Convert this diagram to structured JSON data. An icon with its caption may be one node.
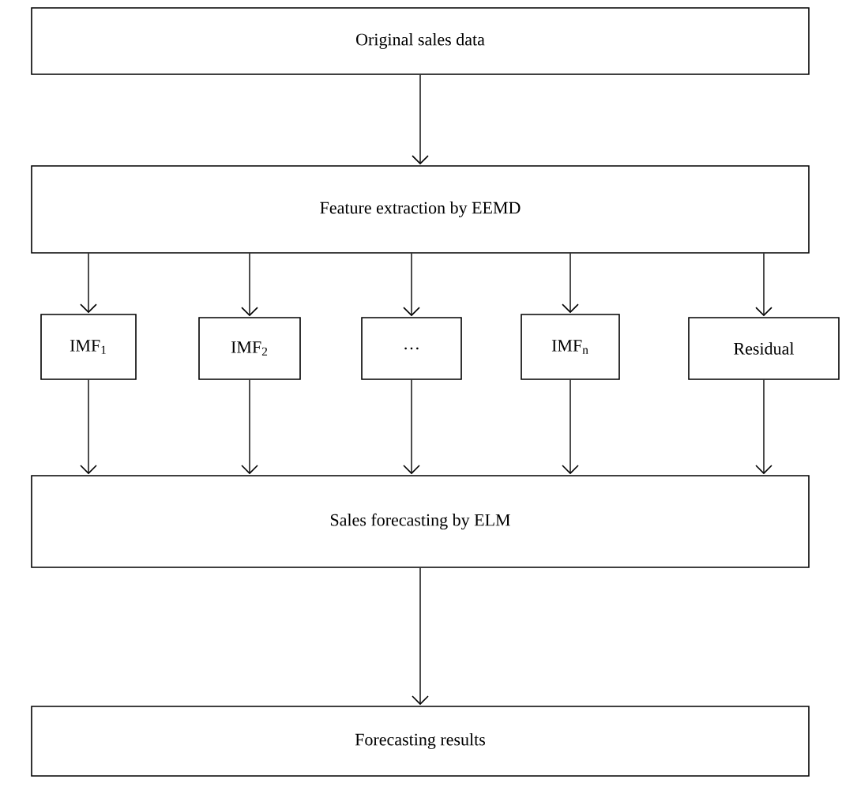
{
  "diagram": {
    "nodes": [
      {
        "text": [
          "Original sales data"
        ]
      },
      {
        "text": [
          "Feature extraction by EEMD"
        ]
      },
      {
        "text": [
          "IMF$_{1}$"
        ]
      },
      {
        "text": [
          "IMF$_{2}$"
        ]
      },
      {
        "text": [
          "…"
        ]
      },
      {
        "text": [
          "IMF$_{n}$"
        ]
      },
      {
        "text": [
          "Residual"
        ]
      },
      {
        "text": [
          "Sales forecasting by ELM"
        ]
      },
      {
        "text": [
          "Forecasting results"
        ]
      }
    ],
    "edges": [
      {
        "from": 0,
        "to": 1,
        "arrow": "to"
      },
      {
        "from": 1,
        "to": 2,
        "arrow": "to"
      },
      {
        "from": 1,
        "to": 3,
        "arrow": "to"
      },
      {
        "from": 1,
        "to": 4,
        "arrow": "to"
      },
      {
        "from": 1,
        "to": 5,
        "arrow": "to"
      },
      {
        "from": 1,
        "to": 6,
        "arrow": "to"
      },
      {
        "from": 2,
        "to": 7,
        "arrow": "to"
      },
      {
        "from": 3,
        "to": 7,
        "arrow": "to"
      },
      {
        "from": 4,
        "to": 7,
        "arrow": "to"
      },
      {
        "from": 5,
        "to": 7,
        "arrow": "to"
      },
      {
        "from": 6,
        "to": 7,
        "arrow": "to"
      },
      {
        "from": 7,
        "to": 8,
        "arrow": "to"
      }
    ]
  }
}
